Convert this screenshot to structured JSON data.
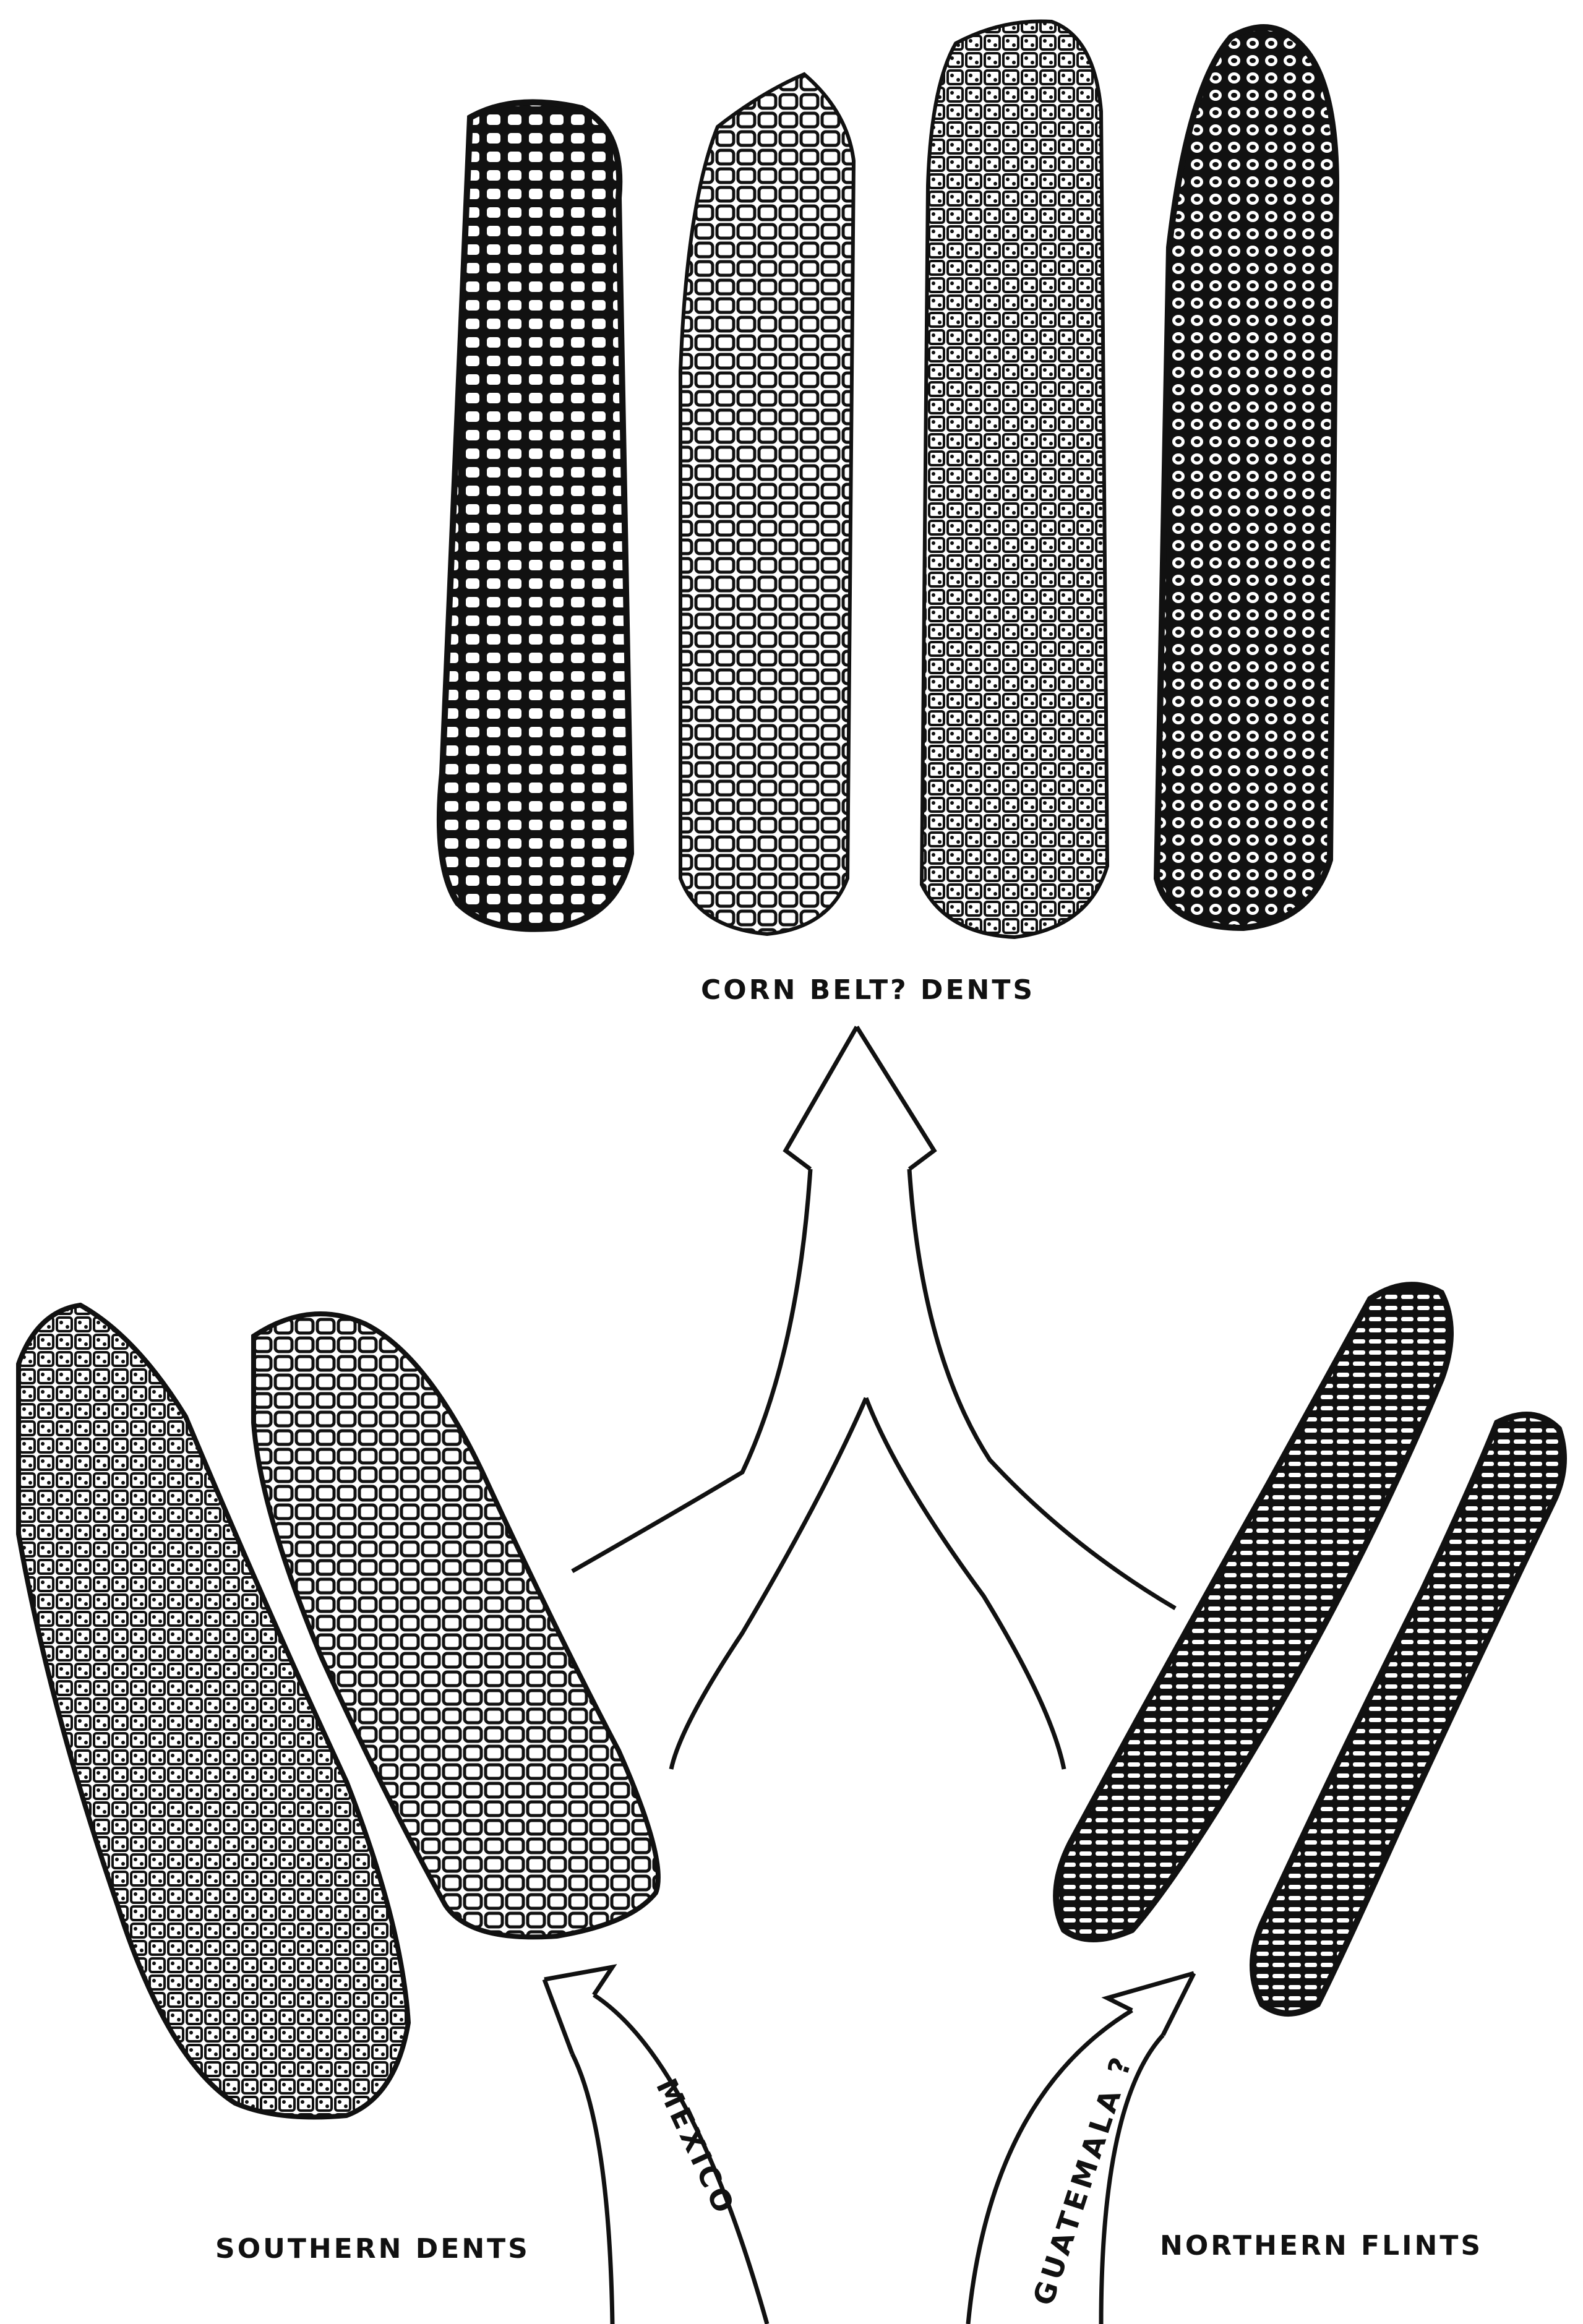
{
  "labels": {
    "corn_belt": "CORN BELT? DENTS",
    "southern": "SOUTHERN  DENTS",
    "northern": "NORTHERN  FLINTS",
    "mexico": "MEXICO",
    "guatemala": "GUATEMALA ?"
  },
  "colors": {
    "ink": "#111111",
    "paper": "#ffffff"
  }
}
